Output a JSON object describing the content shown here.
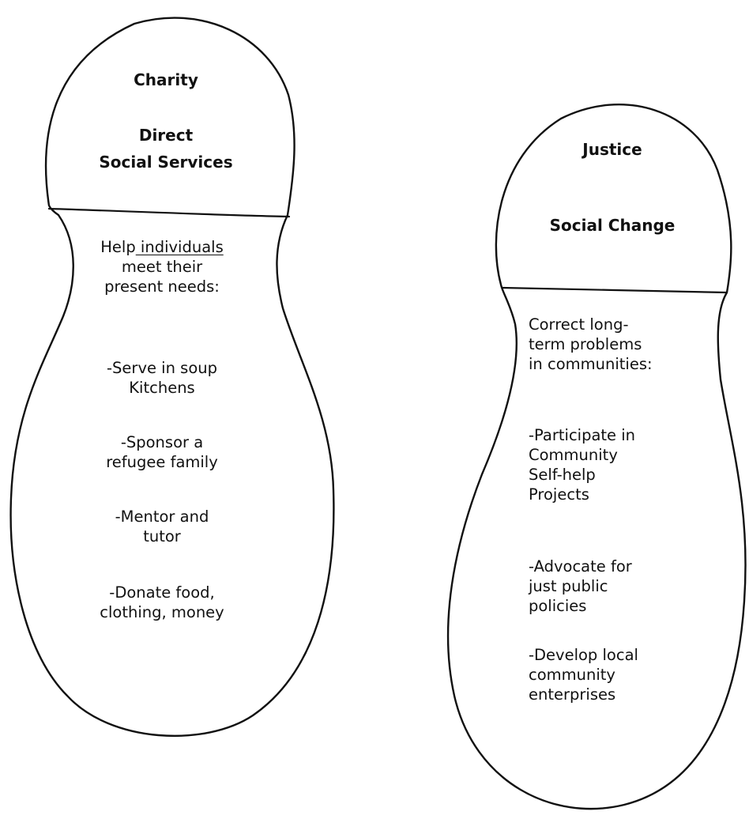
{
  "left_shoe": {
    "title": "Charity",
    "subtitle_line1": "Direct",
    "subtitle_line2": "Social Services",
    "intro_prefix": "Help",
    "intro_underlined": " individuals",
    "intro_line2": "meet their",
    "intro_line3": "present needs:",
    "items": [
      [
        "-Serve in soup",
        "Kitchens"
      ],
      [
        "-Sponsor a",
        "refugee family"
      ],
      [
        "-Mentor and",
        "tutor"
      ],
      [
        "-Donate food,",
        "clothing, money"
      ]
    ]
  },
  "right_shoe": {
    "title": "Justice",
    "subtitle": "Social Change",
    "intro": [
      "Correct long-",
      "term problems",
      "in communities:"
    ],
    "items": [
      [
        "-Participate in",
        "Community",
        "Self-help",
        "Projects"
      ],
      [
        "-Advocate for",
        "just public",
        "policies"
      ],
      [
        "-Develop local",
        "community",
        "enterprises"
      ]
    ]
  }
}
